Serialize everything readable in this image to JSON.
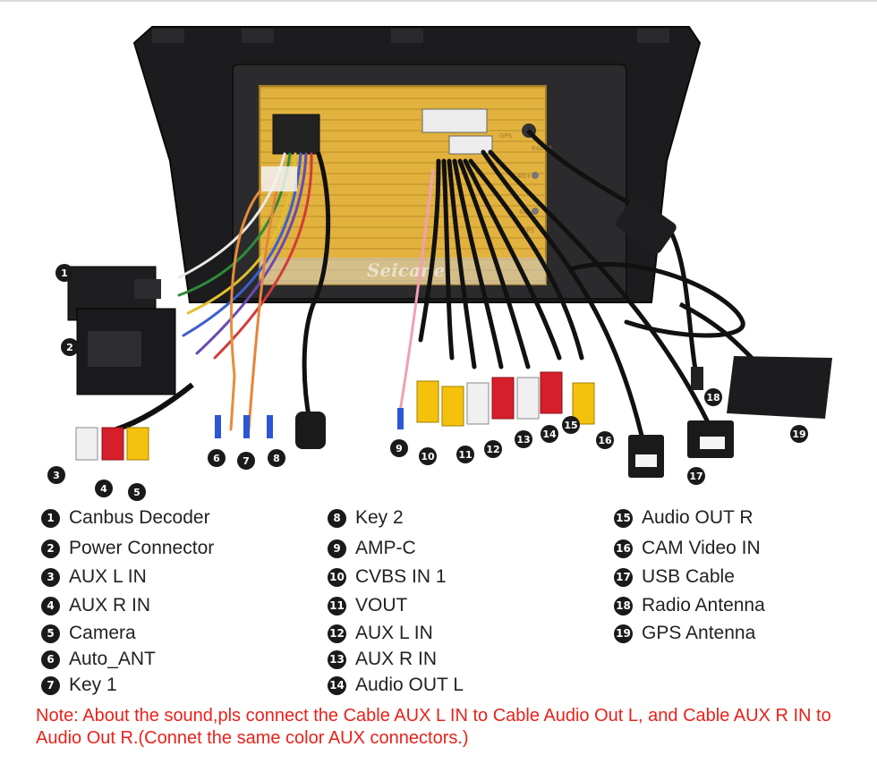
{
  "brand": {
    "watermark": "Seicane"
  },
  "port_labels": [
    "GPS",
    "RADIO",
    "4G+",
    "4G-",
    "GPS"
  ],
  "callouts": [
    {
      "id": "callout-1",
      "num": "1"
    },
    {
      "id": "callout-2",
      "num": "2"
    },
    {
      "id": "callout-3",
      "num": "3"
    },
    {
      "id": "callout-4",
      "num": "4"
    },
    {
      "id": "callout-5",
      "num": "5"
    },
    {
      "id": "callout-6",
      "num": "6"
    },
    {
      "id": "callout-7",
      "num": "7"
    },
    {
      "id": "callout-8",
      "num": "8"
    },
    {
      "id": "callout-9",
      "num": "9"
    },
    {
      "id": "callout-10",
      "num": "10"
    },
    {
      "id": "callout-11",
      "num": "11"
    },
    {
      "id": "callout-12",
      "num": "12"
    },
    {
      "id": "callout-13",
      "num": "13"
    },
    {
      "id": "callout-14",
      "num": "14"
    },
    {
      "id": "callout-15",
      "num": "15"
    },
    {
      "id": "callout-16",
      "num": "16"
    },
    {
      "id": "callout-17",
      "num": "17"
    },
    {
      "id": "callout-18",
      "num": "18"
    },
    {
      "id": "callout-19",
      "num": "19"
    }
  ],
  "legend": [
    {
      "num": "1",
      "label": "Canbus Decoder"
    },
    {
      "num": "2",
      "label": "Power Connector"
    },
    {
      "num": "3",
      "label": "AUX L IN"
    },
    {
      "num": "4",
      "label": "AUX R IN"
    },
    {
      "num": "5",
      "label": "Camera"
    },
    {
      "num": "6",
      "label": "Auto_ANT"
    },
    {
      "num": "7",
      "label": "Key 1"
    },
    {
      "num": "8",
      "label": "Key 2"
    },
    {
      "num": "9",
      "label": "AMP-C"
    },
    {
      "num": "10",
      "label": "CVBS IN 1"
    },
    {
      "num": "11",
      "label": "VOUT"
    },
    {
      "num": "12",
      "label": "AUX L IN"
    },
    {
      "num": "13",
      "label": "AUX R IN"
    },
    {
      "num": "14",
      "label": "Audio OUT L"
    },
    {
      "num": "15",
      "label": "Audio OUT R"
    },
    {
      "num": "16",
      "label": "CAM Video IN"
    },
    {
      "num": "17",
      "label": "USB Cable"
    },
    {
      "num": "18",
      "label": "Radio Antenna"
    },
    {
      "num": "19",
      "label": "GPS Antenna"
    }
  ],
  "note": "Note: About the sound,pls connect the Cable AUX L IN to Cable Audio Out L, and Cable AUX R IN to  Audio Out R.(Connet the same color AUX connectors.)",
  "colors": {
    "note": "#e8221b",
    "badge": "#1a1a1a",
    "chassis": "#e2b23e",
    "frame": "#1c1c1e"
  }
}
